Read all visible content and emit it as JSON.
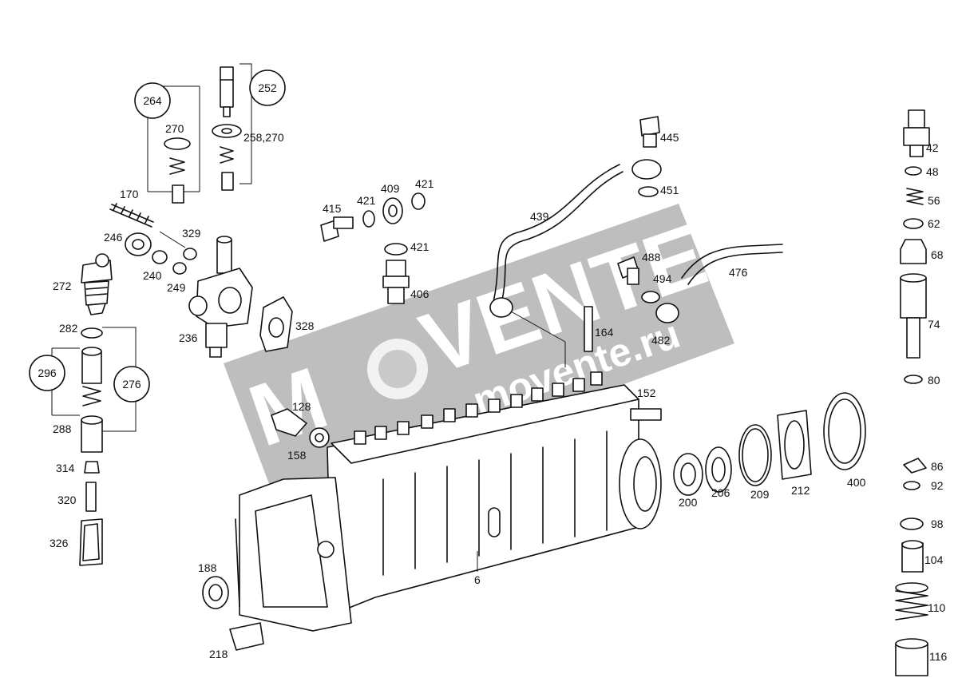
{
  "watermark": {
    "brand": "VENTE",
    "brand_prefix": "M",
    "domain": "movente.ru"
  },
  "callouts": [
    "264",
    "252",
    "270",
    "258,270",
    "170",
    "246",
    "329",
    "240",
    "249",
    "272",
    "236",
    "328",
    "282",
    "296",
    "276",
    "288",
    "314",
    "320",
    "326",
    "188",
    "218",
    "415",
    "421",
    "409",
    "421",
    "421",
    "406",
    "439",
    "445",
    "451",
    "488",
    "494",
    "476",
    "164",
    "482",
    "128",
    "158",
    "152",
    "6",
    "200",
    "206",
    "209",
    "212",
    "400",
    "42",
    "48",
    "56",
    "62",
    "68",
    "74",
    "80",
    "86",
    "92",
    "98",
    "104",
    "110",
    "116"
  ]
}
